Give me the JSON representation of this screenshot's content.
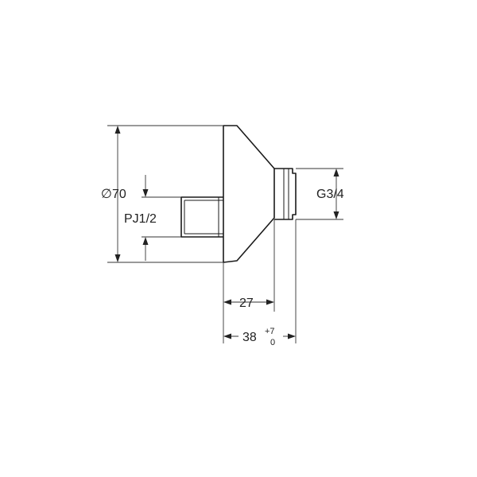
{
  "drawing": {
    "dimensions": {
      "diameter": {
        "symbol": "∅",
        "value": "70"
      },
      "inlet_thread": "PJ1/2",
      "outlet_thread": "G3/4",
      "depth_body": "27",
      "depth_total": {
        "value": "38",
        "tolerance_upper": "+7",
        "tolerance_lower": "0"
      }
    },
    "colors": {
      "outline": "#1a1a1a",
      "dimension_line": "#333333",
      "text": "#222222"
    }
  }
}
